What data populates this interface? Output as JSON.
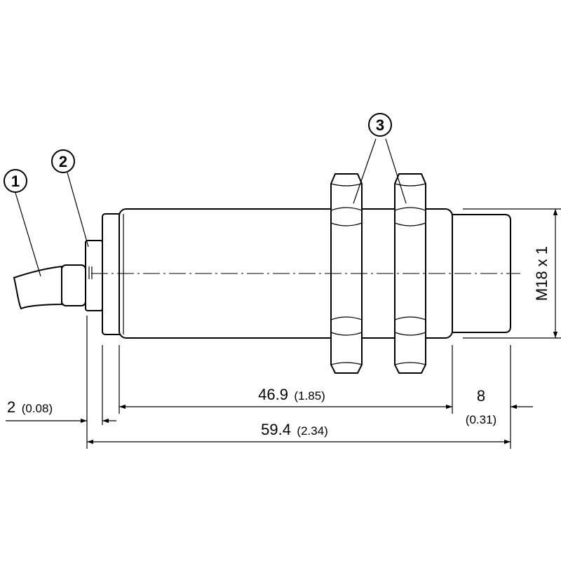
{
  "callouts": {
    "cable": "1",
    "cable_gland": "2",
    "nuts": "3"
  },
  "dimensions": {
    "thread_label": "M18 x 1",
    "gland_value": "2",
    "gland_inch": "(0.08)",
    "body_value": "46.9",
    "body_inch": "(1.85)",
    "face_value": "8",
    "face_inch": "(0.31)",
    "total_value": "59.4",
    "total_inch": "(2.34)"
  },
  "colors": {
    "line": "#000000",
    "background": "#ffffff"
  }
}
